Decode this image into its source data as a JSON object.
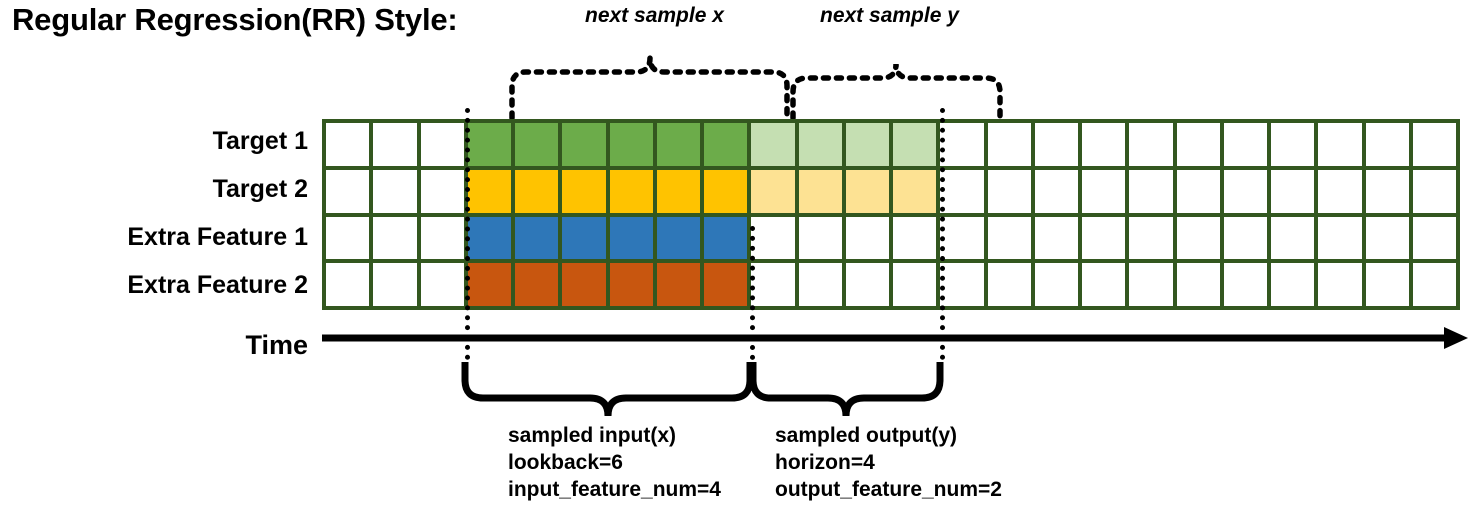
{
  "title": "Regular Regression(RR) Style:",
  "top_annotations": {
    "next_sample_x": "next sample x",
    "next_sample_y": "next sample y"
  },
  "row_labels": [
    "Target 1",
    "Target 2",
    "Extra Feature 1",
    "Extra Feature 2"
  ],
  "axis": {
    "label": "Time"
  },
  "bottom_annotations": {
    "input": {
      "line1": "sampled input(x)",
      "line2": "lookback=6",
      "line3": "input_feature_num=4"
    },
    "output": {
      "line1": "sampled output(y)",
      "line2": "horizon=4",
      "line3": "output_feature_num=2"
    }
  },
  "colors": {
    "border": "#33571F",
    "target1": "#6CAC4A",
    "target1_light": "#C5DFB2",
    "target2": "#FFC300",
    "target2_light": "#FDE293",
    "extra_feature1": "#2E77B8",
    "extra_feature2": "#C8560F",
    "empty": "#FFFFFF",
    "line": "#000000"
  },
  "grid": {
    "columns": 24,
    "rows": 4,
    "lead_empty_columns": 3,
    "input_columns": 6,
    "output_columns": 4,
    "trailing_empty_columns": 11,
    "row_fills": [
      [
        "empty",
        "empty",
        "empty",
        "target1",
        "target1",
        "target1",
        "target1",
        "target1",
        "target1",
        "target1_light",
        "target1_light",
        "target1_light",
        "target1_light",
        "empty",
        "empty",
        "empty",
        "empty",
        "empty",
        "empty",
        "empty",
        "empty",
        "empty",
        "empty",
        "empty"
      ],
      [
        "empty",
        "empty",
        "empty",
        "target2",
        "target2",
        "target2",
        "target2",
        "target2",
        "target2",
        "target2_light",
        "target2_light",
        "target2_light",
        "target2_light",
        "empty",
        "empty",
        "empty",
        "empty",
        "empty",
        "empty",
        "empty",
        "empty",
        "empty",
        "empty",
        "empty"
      ],
      [
        "empty",
        "empty",
        "empty",
        "extra_feature1",
        "extra_feature1",
        "extra_feature1",
        "extra_feature1",
        "extra_feature1",
        "extra_feature1",
        "empty",
        "empty",
        "empty",
        "empty",
        "empty",
        "empty",
        "empty",
        "empty",
        "empty",
        "empty",
        "empty",
        "empty",
        "empty",
        "empty",
        "empty"
      ],
      [
        "empty",
        "empty",
        "empty",
        "extra_feature2",
        "extra_feature2",
        "extra_feature2",
        "extra_feature2",
        "extra_feature2",
        "extra_feature2",
        "empty",
        "empty",
        "empty",
        "empty",
        "empty",
        "empty",
        "empty",
        "empty",
        "empty",
        "empty",
        "empty",
        "empty",
        "empty",
        "empty",
        "empty"
      ]
    ]
  }
}
